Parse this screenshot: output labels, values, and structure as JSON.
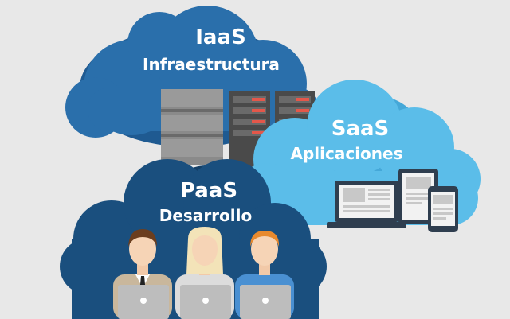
{
  "clouds": {
    "iaas": {
      "title": "IaaS",
      "subtitle": "Infraestructura"
    },
    "saas": {
      "title": "SaaS",
      "subtitle": "Aplicaciones"
    },
    "paas": {
      "title": "PaaS",
      "subtitle": "Desarrollo"
    }
  },
  "colors": {
    "background": "#e8e8e8",
    "iaas_cloud": "#2a6fab",
    "iaas_cloud_shade": "#1f5a91",
    "saas_cloud": "#5bbde9",
    "saas_cloud_shade": "#45a8d8",
    "paas_cloud": "#1a4f7e",
    "paas_cloud_shade": "#143f66",
    "server_gray": "#8a8a8a",
    "server_dark": "#4a4a4a",
    "server_red": "#e4574a",
    "device_frame": "#2f3e4f",
    "laptop_gray": "#bdbdbd"
  }
}
